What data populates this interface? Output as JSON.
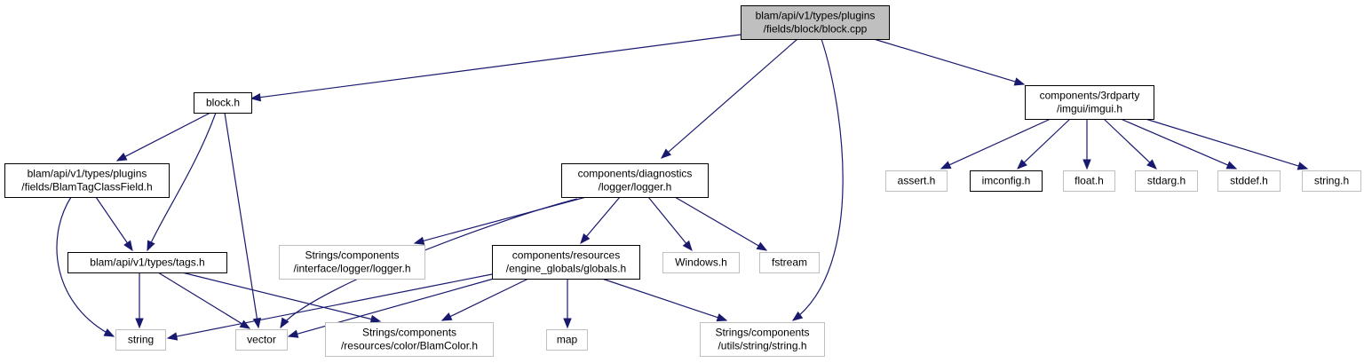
{
  "colors": {
    "edge": "#191970",
    "node_border": "#000000",
    "external_border": "#bfbfbf",
    "root_fill": "#bfbfbf",
    "node_fill": "#ffffff",
    "text": "#000000"
  },
  "nodes": [
    {
      "id": "root",
      "lines": [
        "blam/api/v1/types/plugins",
        "/fields/block/block.cpp"
      ],
      "kind": "root"
    },
    {
      "id": "block_h",
      "lines": [
        "block.h"
      ],
      "kind": "internal"
    },
    {
      "id": "imgui_h",
      "lines": [
        "components/3rdparty",
        "/imgui/imgui.h"
      ],
      "kind": "internal"
    },
    {
      "id": "blamtagclassfield_h",
      "lines": [
        "blam/api/v1/types/plugins",
        "/fields/BlamTagClassField.h"
      ],
      "kind": "internal"
    },
    {
      "id": "logger_h",
      "lines": [
        "components/diagnostics",
        "/logger/logger.h"
      ],
      "kind": "internal"
    },
    {
      "id": "assert_h",
      "lines": [
        "assert.h"
      ],
      "kind": "external"
    },
    {
      "id": "imconfig_h",
      "lines": [
        "imconfig.h"
      ],
      "kind": "internal"
    },
    {
      "id": "float_h",
      "lines": [
        "float.h"
      ],
      "kind": "external"
    },
    {
      "id": "stdarg_h",
      "lines": [
        "stdarg.h"
      ],
      "kind": "external"
    },
    {
      "id": "stddef_h",
      "lines": [
        "stddef.h"
      ],
      "kind": "external"
    },
    {
      "id": "string_h",
      "lines": [
        "string.h"
      ],
      "kind": "external"
    },
    {
      "id": "strings_logger_h",
      "lines": [
        "Strings/components",
        "/interface/logger/logger.h"
      ],
      "kind": "external"
    },
    {
      "id": "globals_h",
      "lines": [
        "components/resources",
        "/engine_globals/globals.h"
      ],
      "kind": "internal"
    },
    {
      "id": "windows_h",
      "lines": [
        "Windows.h"
      ],
      "kind": "external"
    },
    {
      "id": "fstream",
      "lines": [
        "fstream"
      ],
      "kind": "external"
    },
    {
      "id": "tags_h",
      "lines": [
        "blam/api/v1/types/tags.h"
      ],
      "kind": "internal"
    },
    {
      "id": "string",
      "lines": [
        "string"
      ],
      "kind": "external"
    },
    {
      "id": "vector",
      "lines": [
        "vector"
      ],
      "kind": "external"
    },
    {
      "id": "blamcolor_h",
      "lines": [
        "Strings/components",
        "/resources/color/BlamColor.h"
      ],
      "kind": "external"
    },
    {
      "id": "map",
      "lines": [
        "map"
      ],
      "kind": "external"
    },
    {
      "id": "strings_string_h",
      "lines": [
        "Strings/components",
        "/utils/string/string.h"
      ],
      "kind": "external"
    }
  ],
  "edges": [
    {
      "from": "root",
      "to": "block_h"
    },
    {
      "from": "root",
      "to": "logger_h"
    },
    {
      "from": "root",
      "to": "strings_string_h"
    },
    {
      "from": "root",
      "to": "imgui_h"
    },
    {
      "from": "block_h",
      "to": "blamtagclassfield_h"
    },
    {
      "from": "block_h",
      "to": "tags_h"
    },
    {
      "from": "block_h",
      "to": "vector"
    },
    {
      "from": "blamtagclassfield_h",
      "to": "tags_h"
    },
    {
      "from": "blamtagclassfield_h",
      "to": "string"
    },
    {
      "from": "tags_h",
      "to": "string"
    },
    {
      "from": "tags_h",
      "to": "vector"
    },
    {
      "from": "tags_h",
      "to": "blamcolor_h"
    },
    {
      "from": "imgui_h",
      "to": "assert_h"
    },
    {
      "from": "imgui_h",
      "to": "imconfig_h"
    },
    {
      "from": "imgui_h",
      "to": "float_h"
    },
    {
      "from": "imgui_h",
      "to": "stdarg_h"
    },
    {
      "from": "imgui_h",
      "to": "stddef_h"
    },
    {
      "from": "imgui_h",
      "to": "string_h"
    },
    {
      "from": "logger_h",
      "to": "strings_logger_h"
    },
    {
      "from": "logger_h",
      "to": "globals_h"
    },
    {
      "from": "logger_h",
      "to": "windows_h"
    },
    {
      "from": "logger_h",
      "to": "fstream"
    },
    {
      "from": "logger_h",
      "to": "vector"
    },
    {
      "from": "globals_h",
      "to": "string"
    },
    {
      "from": "globals_h",
      "to": "vector"
    },
    {
      "from": "globals_h",
      "to": "blamcolor_h"
    },
    {
      "from": "globals_h",
      "to": "map"
    },
    {
      "from": "globals_h",
      "to": "strings_string_h"
    }
  ]
}
